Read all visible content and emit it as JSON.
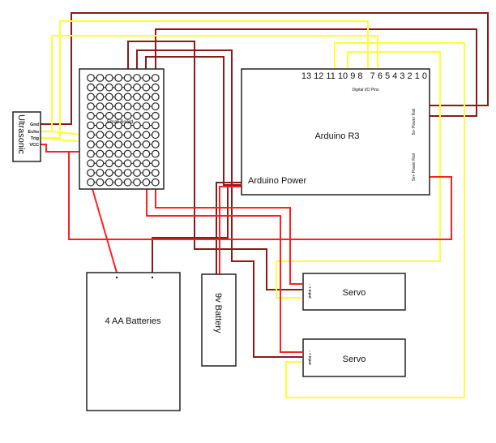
{
  "diagram": {
    "colors": {
      "ground_wire": "#8b1a1a",
      "signal_wire": "#ffff33",
      "power_wire": "#ff2020",
      "component_outline": "#222222",
      "background": "#ffffff"
    },
    "components": {
      "ultrasonic": {
        "label": "Ultrasonic",
        "pins": [
          "Gnd",
          "Echo",
          "Trig",
          "VCC"
        ]
      },
      "breadboard": {
        "label": "Small Board",
        "rows": 12,
        "columns": 8
      },
      "arduino": {
        "label": "Arduino R3",
        "digital_pins_label": "13 12 11 10 9 8   7 6 5 4 3 2 1 0",
        "digital_section_label": "Digital I/O Pins",
        "power_label": "Arduino Power",
        "rail_negative_label": "5v- Power Rail",
        "rail_positive_label": "5v+ Power Rail"
      },
      "battery_aa": {
        "label": "4 AA Batteries"
      },
      "battery_9v": {
        "label": "9v Battery"
      },
      "servo_top": {
        "label": "Servo",
        "pin_label": "- + Input"
      },
      "servo_bottom": {
        "label": "Servo",
        "pin_label": "- + Input"
      }
    }
  }
}
